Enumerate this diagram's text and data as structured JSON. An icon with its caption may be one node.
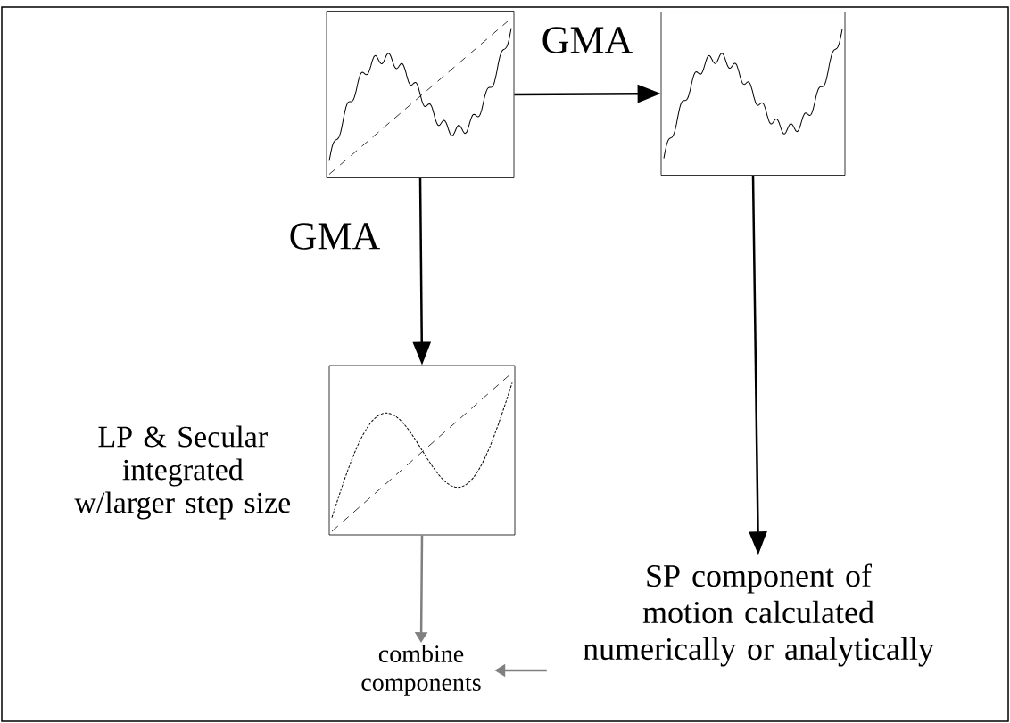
{
  "diagram": {
    "nodes": [
      {
        "text": [],
        "shape": "picture"
      },
      {
        "text": [],
        "shape": "picture"
      },
      {
        "text": [],
        "shape": "picture",
        "beside": [
          "LP & Secular integrated w/larger step size"
        ]
      },
      {
        "text": [
          "SP component of motion calculated numerically or analytically"
        ]
      },
      {
        "text": [
          "combine components"
        ]
      }
    ],
    "edges": [
      {
        "from": 0,
        "to": 1,
        "arrow": "to",
        "label": "GMA"
      },
      {
        "from": 0,
        "to": 2,
        "arrow": "to",
        "label": "GMA"
      },
      {
        "from": 1,
        "to": 3,
        "arrow": "to"
      },
      {
        "from": 2,
        "to": 4,
        "arrow": "to",
        "color": "#808080"
      },
      {
        "from": 3,
        "to": 4,
        "arrow": "to",
        "color": "#808080"
      }
    ]
  }
}
